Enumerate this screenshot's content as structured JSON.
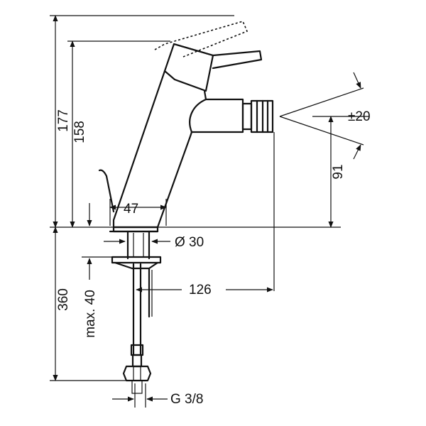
{
  "drawing": {
    "dimensions": {
      "total_height": "177",
      "spout_height": "158",
      "spout_inlet_height": "91",
      "spray_angle": "±20",
      "base_width": "47",
      "base_diameter": "Ø 30",
      "mount_depth": "360",
      "max_thickness": "max. 40",
      "projection": "126",
      "connection": "G 3/8"
    },
    "colors": {
      "line": "#111111",
      "background": "#ffffff"
    }
  }
}
